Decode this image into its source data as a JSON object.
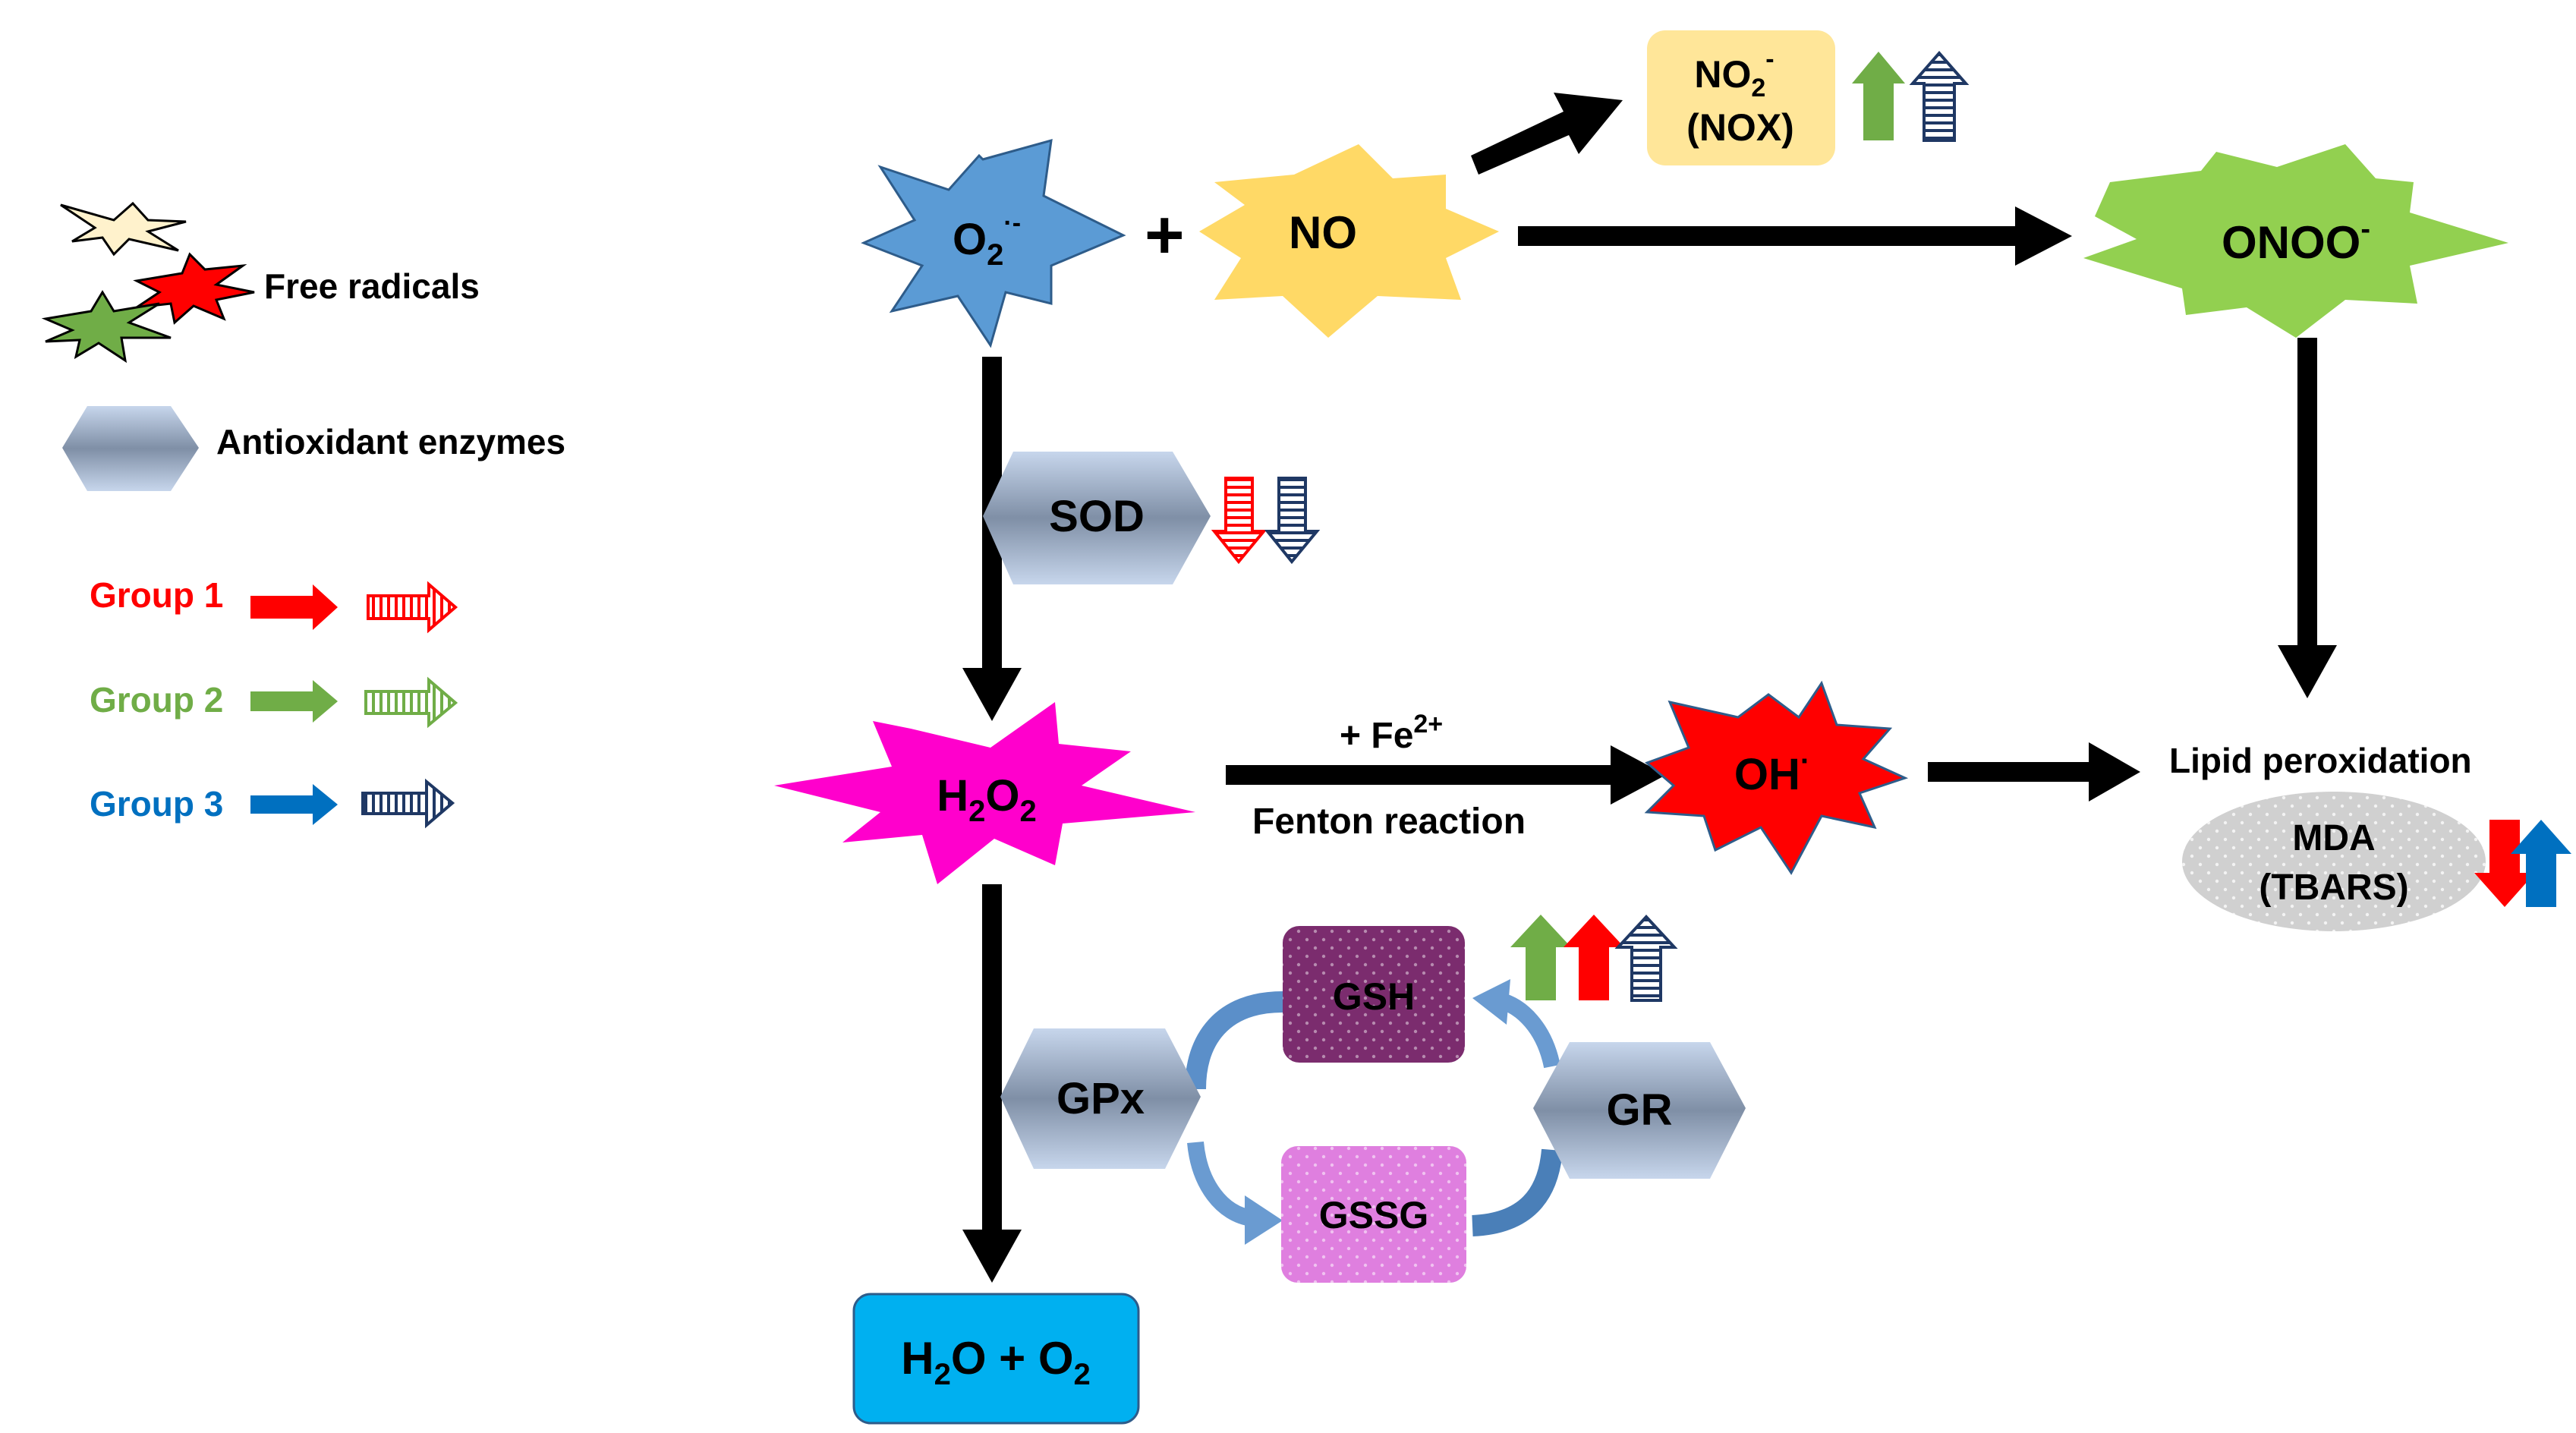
{
  "legend": {
    "free_radicals": "Free radicals",
    "antioxidant_enzymes": "Antioxidant enzymes",
    "groups": [
      {
        "label": "Group 1",
        "color": "#ff0000"
      },
      {
        "label": "Group 2",
        "color": "#70ad47"
      },
      {
        "label": "Group 3",
        "color": "#0070c0"
      }
    ]
  },
  "colors": {
    "superoxide": "#5b9bd5",
    "nitric_oxide": "#ffd966",
    "peroxynitrite": "#92d050",
    "hydrogen_peroxide": "#ff00cc",
    "hydroxyl": "#ff0000",
    "nox_box": "#ffe699",
    "water_box": "#00b0f0",
    "gsh_box": "#7b2c6e",
    "gssg_box": "#df7fdf",
    "mda_ellipse": "#d0d0d0",
    "cycle_arrow": "#6a9bd1",
    "group1": "#ff0000",
    "group2": "#70ad47",
    "group3": "#0070c0",
    "group3_dark": "#1f3864"
  },
  "nodes": {
    "superoxide": {
      "main": "O",
      "sub": "2",
      "sup": "·-"
    },
    "plus": "+",
    "nitric_oxide": "NO",
    "nox": {
      "line1_main": "NO",
      "line1_sub": "2",
      "line1_sup": "-",
      "line2": "(NOX)"
    },
    "peroxynitrite": {
      "main": "ONOO",
      "sup": "-"
    },
    "sod": "SOD",
    "hydrogen_peroxide": {
      "p1": "H",
      "s1": "2",
      "p2": "O",
      "s2": "2"
    },
    "fe": {
      "main": "+ Fe",
      "sup": "2+"
    },
    "fenton": "Fenton reaction",
    "hydroxyl": {
      "main": "OH",
      "sup": "·"
    },
    "lipid_peroxidation": "Lipid peroxidation",
    "mda": {
      "line1": "MDA",
      "line2": "(TBARS)"
    },
    "gsh": "GSH",
    "gssg": "GSSG",
    "gpx": "GPx",
    "gr": "GR",
    "water": {
      "p1": "H",
      "s1": "2",
      "p2": "O + O",
      "s2": "2"
    }
  }
}
